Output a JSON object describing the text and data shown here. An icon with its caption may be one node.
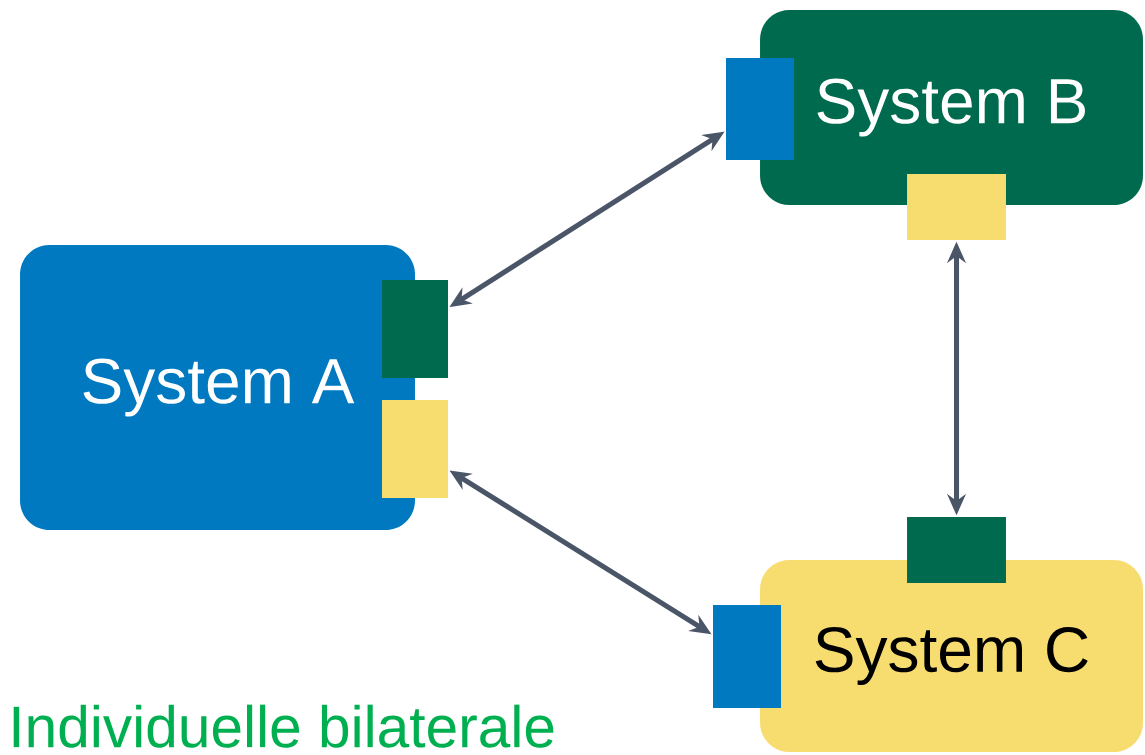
{
  "diagram": {
    "nodes": [
      {
        "text": [
          "System B"
        ]
      },
      {
        "text": [],
        "shape": "box"
      },
      {
        "text": [],
        "shape": "box"
      },
      {
        "text": [
          "System A"
        ]
      },
      {
        "text": [],
        "shape": "box"
      },
      {
        "text": [],
        "shape": "box"
      },
      {
        "text": [
          "System C"
        ]
      },
      {
        "text": [],
        "shape": "box"
      },
      {
        "text": [],
        "shape": "box"
      }
    ],
    "edges": [
      {
        "from": 4,
        "to": 1,
        "arrow": "both"
      },
      {
        "from": 2,
        "to": 7,
        "arrow": "both"
      },
      {
        "from": 5,
        "to": 8,
        "arrow": "both"
      }
    ],
    "labels": [
      "Individuelle bilaterale"
    ]
  }
}
